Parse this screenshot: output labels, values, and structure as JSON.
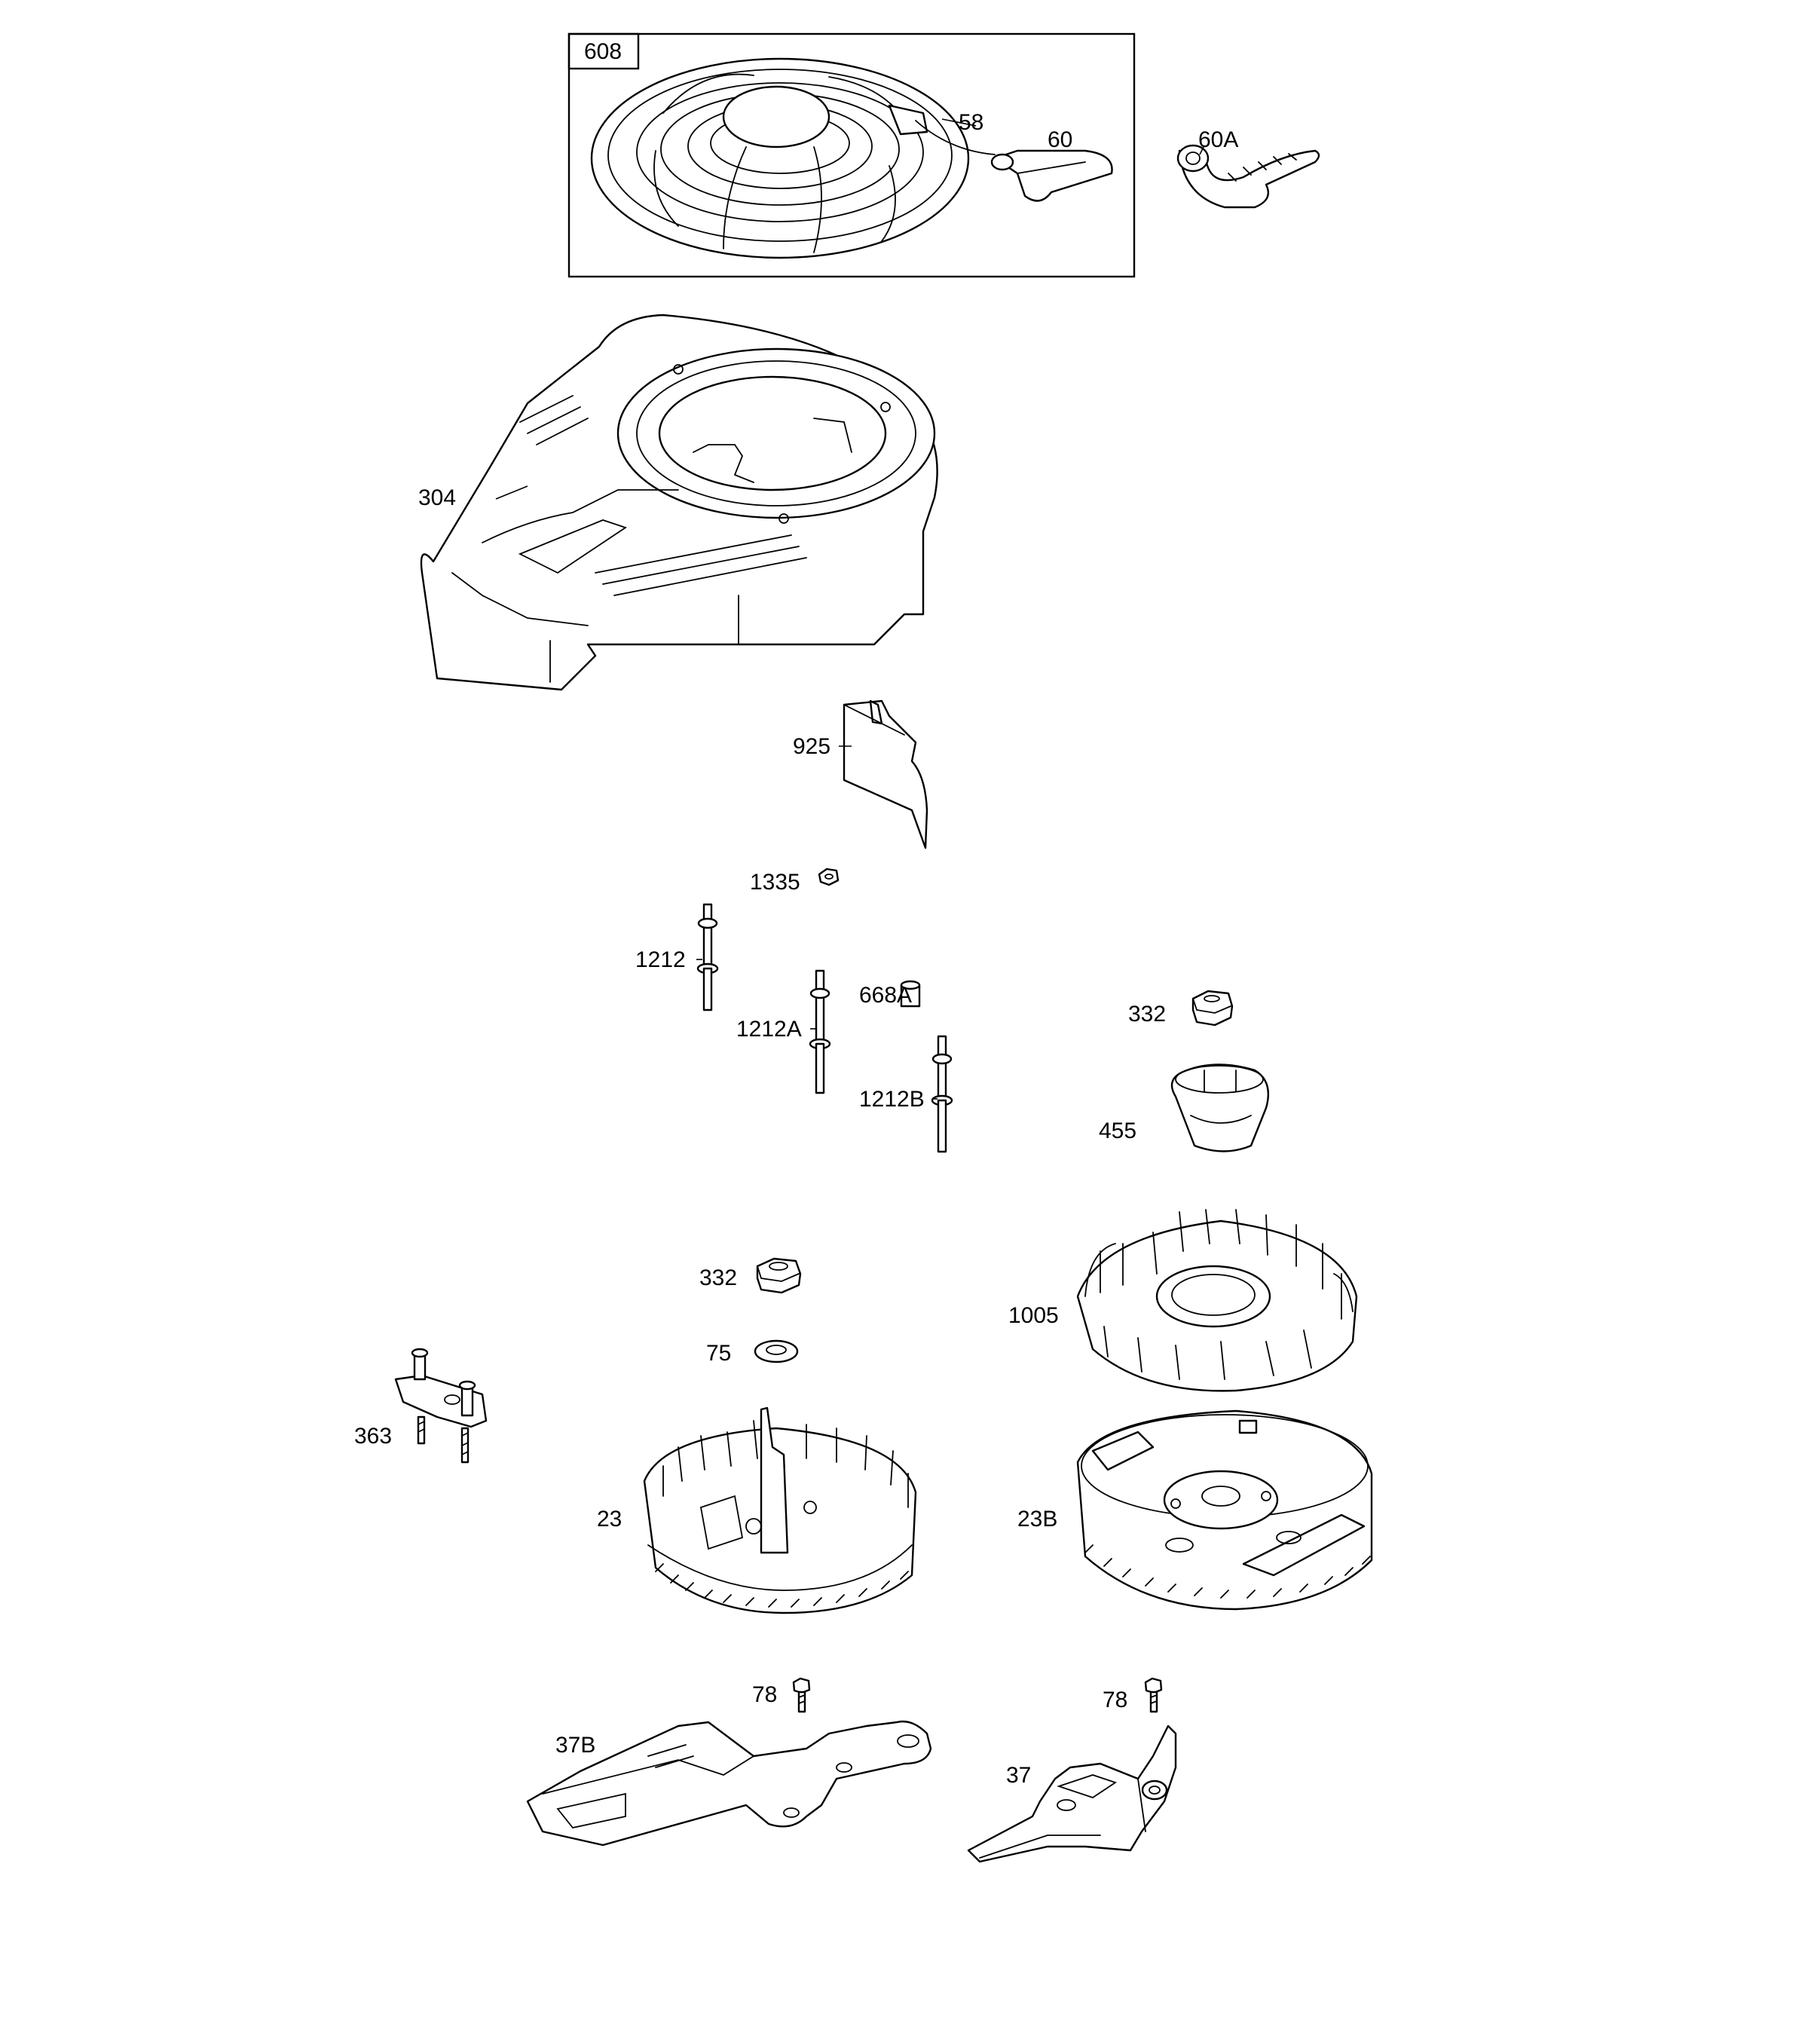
{
  "parts": {
    "p608": "608",
    "p58": "58",
    "p60": "60",
    "p60A": "60A",
    "p304": "304",
    "p925": "925",
    "p1335": "1335",
    "p1212": "1212",
    "p1212A": "1212A",
    "p668A": "668A",
    "p1212B": "1212B",
    "p332_top": "332",
    "p455": "455",
    "p332_mid": "332",
    "p1005": "1005",
    "p75": "75",
    "p363": "363",
    "p23": "23",
    "p23B": "23B",
    "p78_left": "78",
    "p78_right": "78",
    "p37B": "37B",
    "p37": "37"
  }
}
